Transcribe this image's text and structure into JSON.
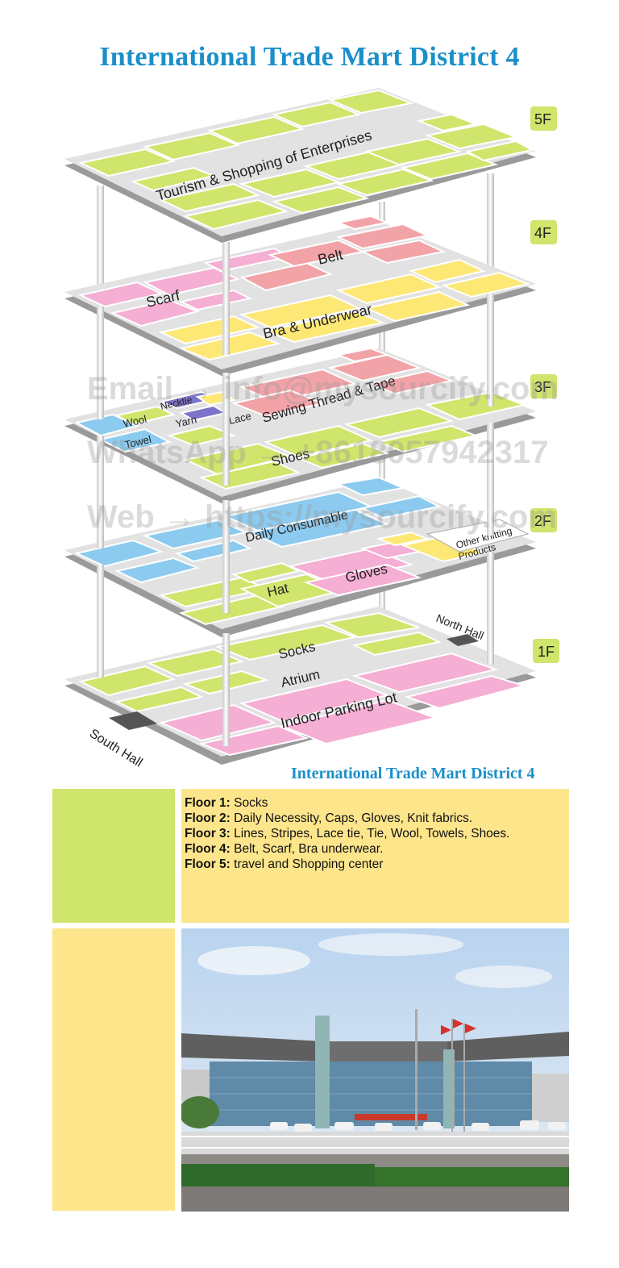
{
  "title": "International Trade Mart District 4",
  "subtitle": "International Trade Mart District 4",
  "floors": [
    {
      "badge": "5F",
      "labels": [
        "Tourism & Shopping of Enterprises"
      ]
    },
    {
      "badge": "4F",
      "labels": [
        "Belt",
        "Scarf",
        "Bra & Underwear"
      ]
    },
    {
      "badge": "3F",
      "labels": [
        "Necktie",
        "Wool",
        "Yarn",
        "Lace",
        "Sewing Thread & Tape",
        "Towel",
        "Shoes"
      ]
    },
    {
      "badge": "2F",
      "labels": [
        "Daily Consumable",
        "Other knitting",
        "Products",
        "Gloves",
        "Hat"
      ]
    },
    {
      "badge": "1F",
      "labels": [
        "North Hall",
        "Socks",
        "Atrium",
        "Indoor Parking Lot",
        "South Hall"
      ]
    }
  ],
  "watermarks": [
    "Email → info@mysourcify.com",
    "WhatsApp → +8618057942317",
    "Web → https://mysourcify.com"
  ],
  "legend": [
    {
      "floor": "Floor 1:",
      "text": "Socks"
    },
    {
      "floor": "Floor 2:",
      "text": "Daily Necessity, Caps, Gloves, Knit fabrics."
    },
    {
      "floor": "Floor 3:",
      "text": "Lines, Stripes, Lace tie, Tie, Wool, Towels, Shoes."
    },
    {
      "floor": "Floor 4:",
      "text": "Belt, Scarf, Bra underwear."
    },
    {
      "floor": "Floor 5:",
      "text": "travel and Shopping center"
    }
  ],
  "colors": {
    "title": "#1b8fc9",
    "green": "#cfe56c",
    "yellow": "#fde58c",
    "pink": "#f5aed4",
    "blue": "#8ccbef",
    "red": "#f2a3a8",
    "purple": "#7d73c8"
  }
}
